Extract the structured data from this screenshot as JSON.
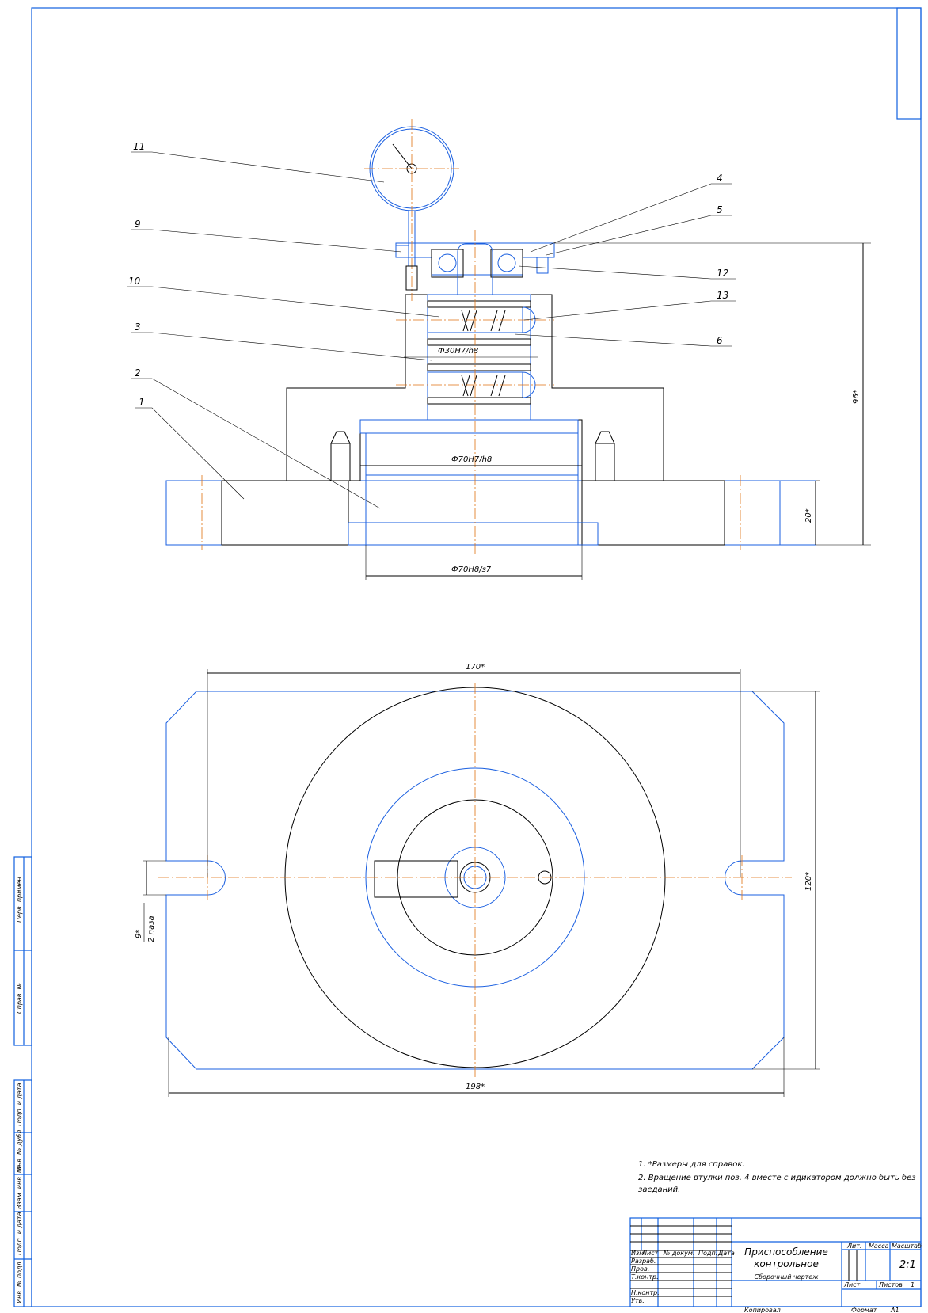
{
  "drawing": {
    "title_line1": "Приспособление",
    "title_line2": "контрольное",
    "subtitle": "Сборочный чертеж",
    "scale": "2:1",
    "sheets_value": "1",
    "copied_label": "Копировал",
    "format_label": "Формат",
    "format_value": "А1"
  },
  "title_block": {
    "headers": [
      "Изм.",
      "Лист",
      "№ докум.",
      "Подп.",
      "Дата"
    ],
    "rows": [
      "Разраб.",
      "Пров.",
      "Т.контр.",
      "",
      "Н.контр.",
      "Утв."
    ],
    "lit_label": "Лит.",
    "mass_label": "Масса",
    "scale_label": "Масштаб",
    "sheet_label": "Лист",
    "sheets_label": "Листов"
  },
  "notes": [
    "1. *Размеры для справок.",
    "2. Вращение втулки поз. 4 вместе с идикатором должно быть без",
    "заеданий."
  ],
  "side_strip": {
    "top": [
      "Перв. примен.",
      "Справ. №"
    ],
    "bottom": [
      "Подп. и дата",
      "Инв. № дубл.",
      "Взам. инв. №",
      "Подп. и дата",
      "Инв. № подл."
    ]
  },
  "positions": [
    "11",
    "9",
    "10",
    "3",
    "2",
    "1",
    "4",
    "5",
    "12",
    "13",
    "6"
  ],
  "dimensions": {
    "fit_30": "Ф30H7/h8",
    "fit_70_top": "Ф70H7/h8",
    "fit_70_bottom": "Ф70H8/s7",
    "height_96": "96*",
    "height_20": "20*",
    "width_170": "170*",
    "width_198": "198*",
    "height_120": "120*",
    "slot_9": "9*",
    "slot_count": "2 паза"
  }
}
